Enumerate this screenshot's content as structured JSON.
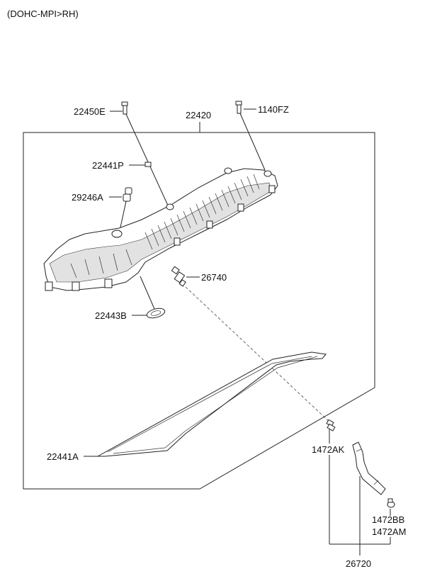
{
  "header": {
    "variant": "(DOHC-MPI>RH)"
  },
  "parts": {
    "p22420": "22420",
    "p22450E": "22450E",
    "p1140FZ": "1140FZ",
    "p22441P": "22441P",
    "p29246A": "29246A",
    "p26740": "26740",
    "p22443B": "22443B",
    "p22441A": "22441A",
    "p1472AK": "1472AK",
    "p1472BB": "1472BB",
    "p1472AM": "1472AM",
    "p26720": "26720"
  },
  "colors": {
    "line": "#222222",
    "text": "#111111",
    "background": "#ffffff"
  }
}
